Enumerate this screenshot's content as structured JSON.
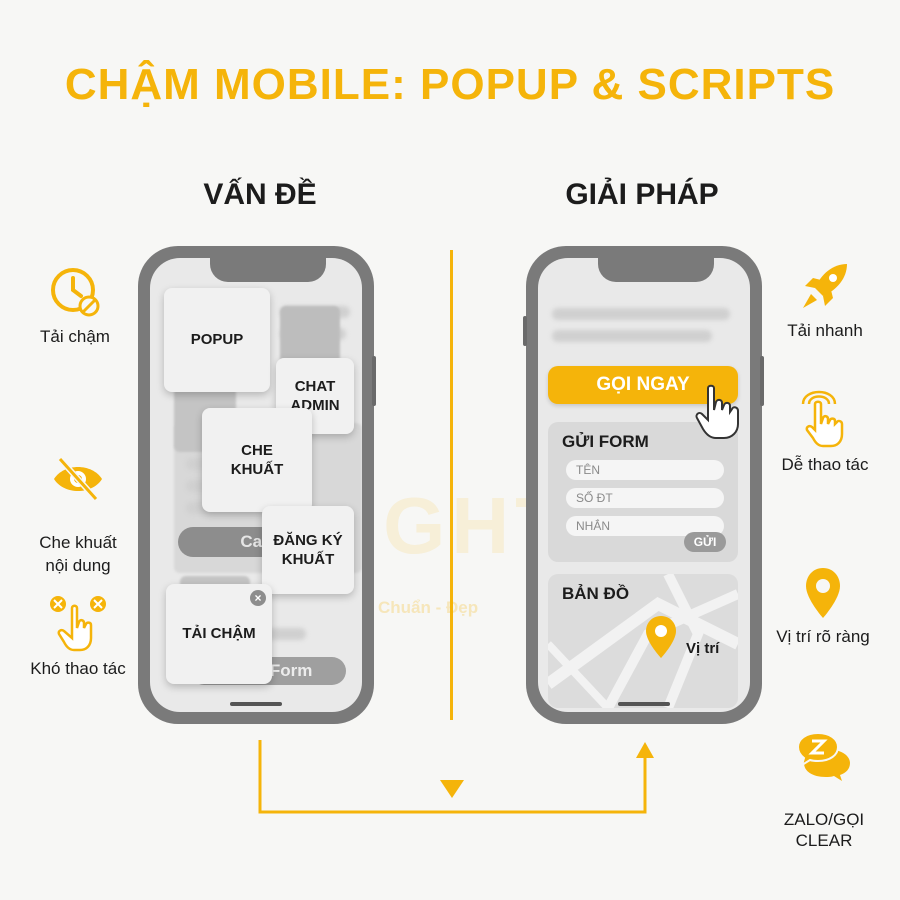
{
  "title": "CHẬM MOBILE: POPUP & SCRIPTS",
  "left_heading": "VẤN ĐỀ",
  "right_heading": "GIẢI PHÁP",
  "left_phone": {
    "call_pill": "Call",
    "send_pill": "Send Form",
    "cards": {
      "popup": "POPUP",
      "chat": "CHAT\nADMIN",
      "cover": "CHE\nKHUẤT",
      "register": "ĐĂNG KÝ\nKHUẤT",
      "slow": "TẢI CHẬM"
    }
  },
  "right_phone": {
    "call_button": "GỌI NGAY",
    "form_title": "GỬI FORM",
    "fields": [
      "TÊN",
      "SỐ ĐT",
      "NHẮN"
    ],
    "send_button": "GỬI",
    "map_title": "BẢN ĐỒ",
    "map_label": "Vị trí"
  },
  "left_side": [
    {
      "label": "Tải chậm",
      "icon": "clock-slow-icon"
    },
    {
      "label": "Che khuất\nnội dung",
      "icon": "eye-off-icon"
    },
    {
      "label": "Khó thao tác",
      "icon": "hand-error-icon"
    }
  ],
  "right_side": [
    {
      "label": "Tải nhanh",
      "icon": "rocket-icon"
    },
    {
      "label": "Dễ thao tác",
      "icon": "hand-tap-icon"
    },
    {
      "label": "Vị trí rõ ràng",
      "icon": "location-pin-icon"
    },
    {
      "label": "ZALO/GỌI\nCLEAR",
      "icon": "chat-bubbles-icon"
    }
  ],
  "watermark": "LIGHT",
  "watermark_tagline": "Nhanh - Chuẩn - Đẹp",
  "colors": {
    "accent": "#f5b40a",
    "phone": "#7a7a7a",
    "screen": "#e9e9e9",
    "text": "#1c1c1c"
  }
}
